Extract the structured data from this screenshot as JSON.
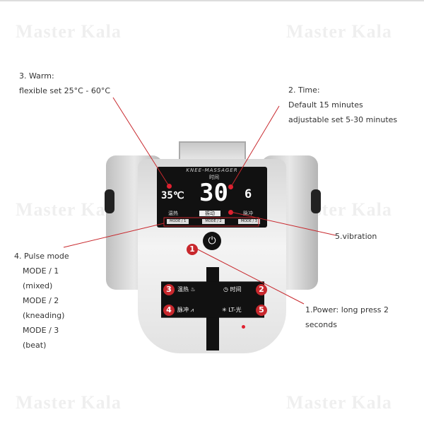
{
  "watermark": "Master Kala",
  "accent": "#c8282d",
  "annotations": {
    "warm": {
      "title": "3. Warm:",
      "detail": "flexible set  25°C - 60°C"
    },
    "time": {
      "title": "2. Time:",
      "line1": "Default 15 minutes",
      "line2": "adjustable set  5-30 minutes"
    },
    "vibration": "5.vibration",
    "pulse": {
      "title": "4. Pulse mode",
      "lines": [
        "MODE / 1",
        "(mixed)",
        "MODE / 2",
        "(kneading)",
        "MODE / 3",
        "(beat)"
      ]
    },
    "power": "1.Power: long press 2 seconds"
  },
  "screen": {
    "brand": "KNEE-MASSAGER",
    "time_label": "时间",
    "time_value": "30",
    "temp_value": "35℃",
    "level_value": "6",
    "heat_label": "温热",
    "vibrate_label": "振动",
    "pulse_label": "脉冲",
    "modes": [
      "MODE / 1",
      "MODE / 2",
      "MODE / 3"
    ]
  },
  "panel": {
    "heat": "温热",
    "time": "时间",
    "pulse": "脉冲",
    "light": "LT-光"
  },
  "badges": [
    "1",
    "2",
    "3",
    "4",
    "5"
  ],
  "icons": {
    "power": "power-icon",
    "heat": "heat-waves-icon",
    "clock": "clock-icon",
    "pulse": "pulse-wave-icon",
    "light": "light-icon"
  }
}
